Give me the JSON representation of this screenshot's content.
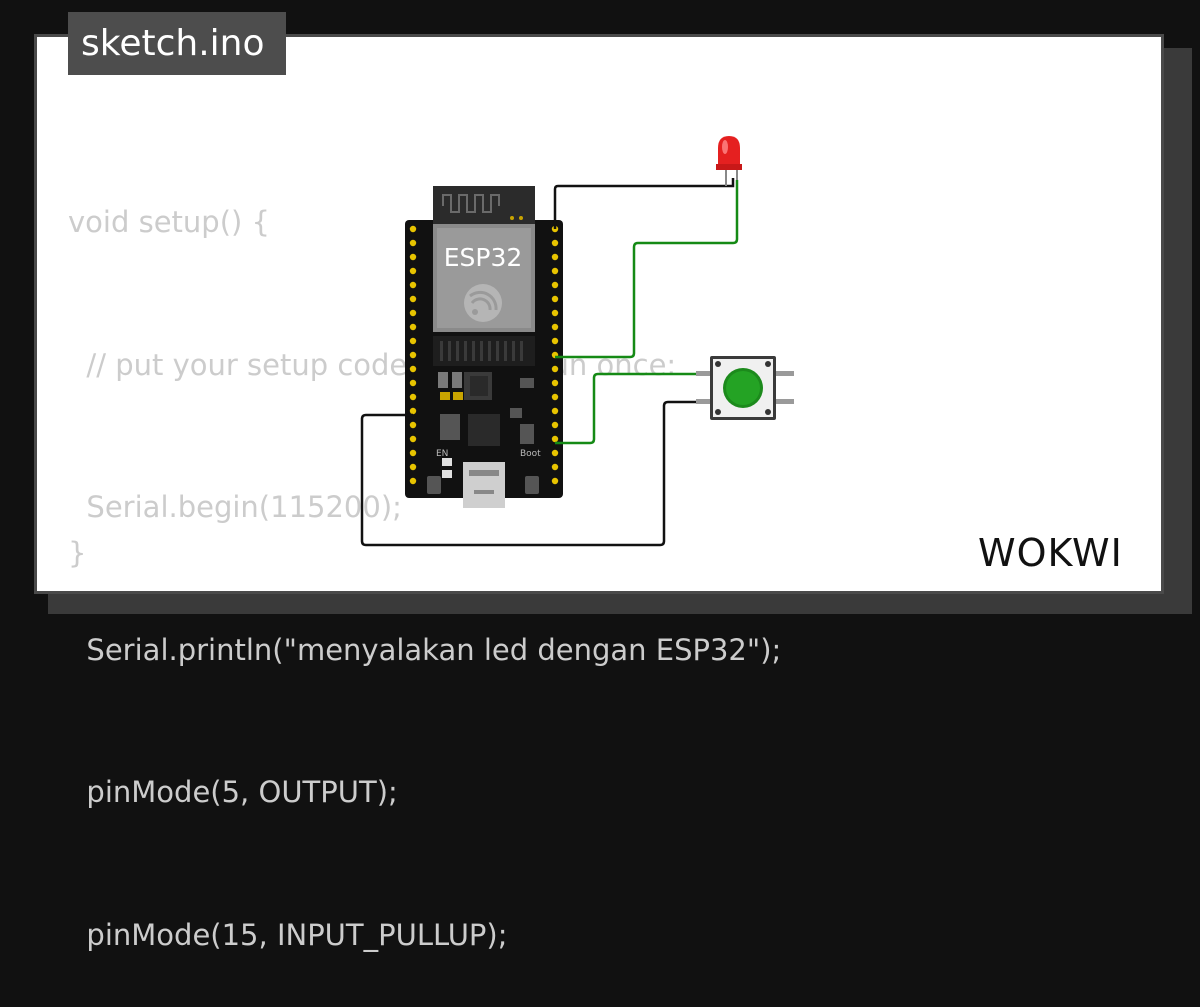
{
  "tab": {
    "filename": "sketch.ino"
  },
  "code": {
    "lines": [
      "void setup() {",
      "  // put your setup code here, to run once:",
      "  Serial.begin(115200);",
      "  Serial.println(\"menyalakan led dengan ESP32\");",
      "  pinMode(5, OUTPUT);",
      "  pinMode(15, INPUT_PULLUP);"
    ],
    "closing": "}"
  },
  "board": {
    "name": "ESP32",
    "labels": {
      "en": "EN",
      "boot": "Boot"
    }
  },
  "brand": {
    "logo_text": "WOKWI"
  },
  "colors": {
    "background": "#111111",
    "card": "#ffffff",
    "code_text": "#cccccc",
    "tab": "#4d4d4d",
    "wire_signal": "#158a15",
    "wire_ground": "#111111",
    "led": "#e52020",
    "button": "#1c8a1c"
  },
  "icons": [
    "espressif-logo-icon",
    "led-icon",
    "pushbutton-icon",
    "usb-port-icon",
    "wokwi-logo-icon"
  ]
}
